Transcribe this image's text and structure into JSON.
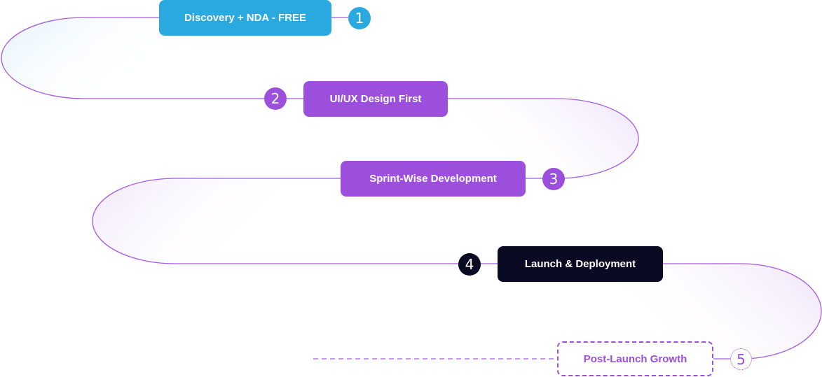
{
  "diagram": {
    "title": "",
    "colors": {
      "path_stroke": "#a55be0",
      "blue": "#29a9e0",
      "purple": "#9b4fdc",
      "dark": "#0b0a23",
      "future_dashed": "#c79bf0",
      "fill_blue_start": "#e6f4fd",
      "fill_purple_start": "#f0e6fb"
    },
    "steps": [
      {
        "number": "1",
        "label": "Discovery + NDA - FREE",
        "style": "solid",
        "color": "#29a9e0"
      },
      {
        "number": "2",
        "label": "UI/UX Design First",
        "style": "solid",
        "color": "#9b4fdc"
      },
      {
        "number": "3",
        "label": "Sprint-Wise Development",
        "style": "solid",
        "color": "#9b4fdc"
      },
      {
        "number": "4",
        "label": "Launch & Deployment",
        "style": "solid",
        "color": "#0b0a23"
      },
      {
        "number": "5",
        "label": "Post-Launch Growth",
        "style": "dashed",
        "color": "#9b4fdc"
      }
    ]
  }
}
